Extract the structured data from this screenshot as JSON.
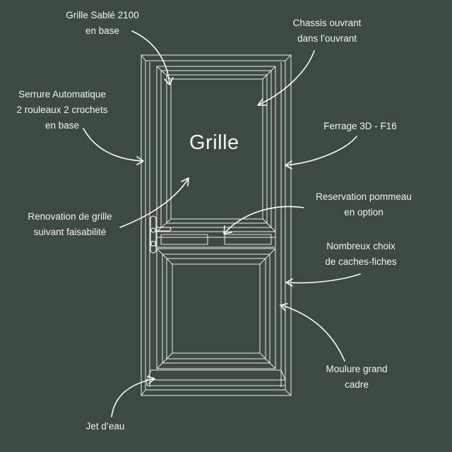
{
  "center_label": "Grille",
  "colors": {
    "background": "#3d4a43",
    "line": "#e9ece6",
    "text": "#f4f4f0"
  },
  "labels": {
    "grille_sable": [
      "Grille Sablé 2100",
      "en base"
    ],
    "chassis_ouvrant": [
      "Chassis ouvrant",
      "dans l’ouvrant"
    ],
    "serrure": [
      "Serrure Automatique",
      "2 rouleaux 2 crochets",
      "en base"
    ],
    "ferrage": [
      "Ferrage 3D - F16"
    ],
    "renovation": [
      "Renovation de grille",
      "suivant faisabilité"
    ],
    "reservation": [
      "Reservation pommeau",
      "en option"
    ],
    "caches_fiches": [
      "Nombreux choix",
      "de caches-fiches"
    ],
    "moulure": [
      "Moulure grand",
      "cadre"
    ],
    "jet_deau": [
      "Jet d’eau"
    ]
  }
}
